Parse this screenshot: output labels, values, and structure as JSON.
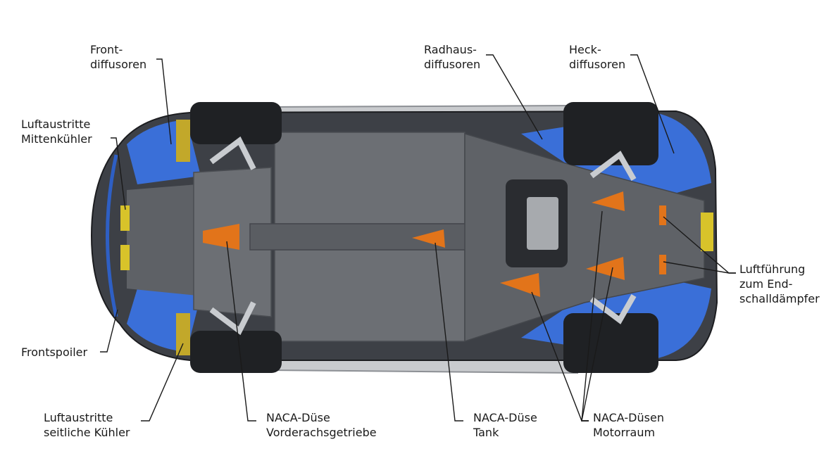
{
  "labels": {
    "front_diffusors": [
      "Front-",
      "diffusoren"
    ],
    "center_cooler_outlets": [
      "Luftaustritte",
      "Mittenkühler"
    ],
    "front_spoiler": [
      "Frontspoiler"
    ],
    "side_cooler_outlets": [
      "Luftaustritte",
      "seitliche Kühler"
    ],
    "naca_front_axle": [
      "NACA-Düse",
      "Vorderachsgetriebe"
    ],
    "naca_tank": [
      "NACA-Düse",
      "Tank"
    ],
    "naca_engine_bay": [
      "NACA-Düsen",
      "Motorraum"
    ],
    "wheelhouse_diffusors": [
      "Radhaus-",
      "diffusoren"
    ],
    "rear_diffusors": [
      "Heck-",
      "diffusoren"
    ],
    "muffler_air_guide": [
      "Luftführung",
      "zum End-",
      "schalldämpfer"
    ]
  },
  "colors": {
    "body_dark": "#3d4046",
    "panel": "#6c6f74",
    "blue": "#3a6fd8",
    "orange": "#e2741a",
    "yellow": "#d8c32a",
    "tire": "#1f2124"
  }
}
